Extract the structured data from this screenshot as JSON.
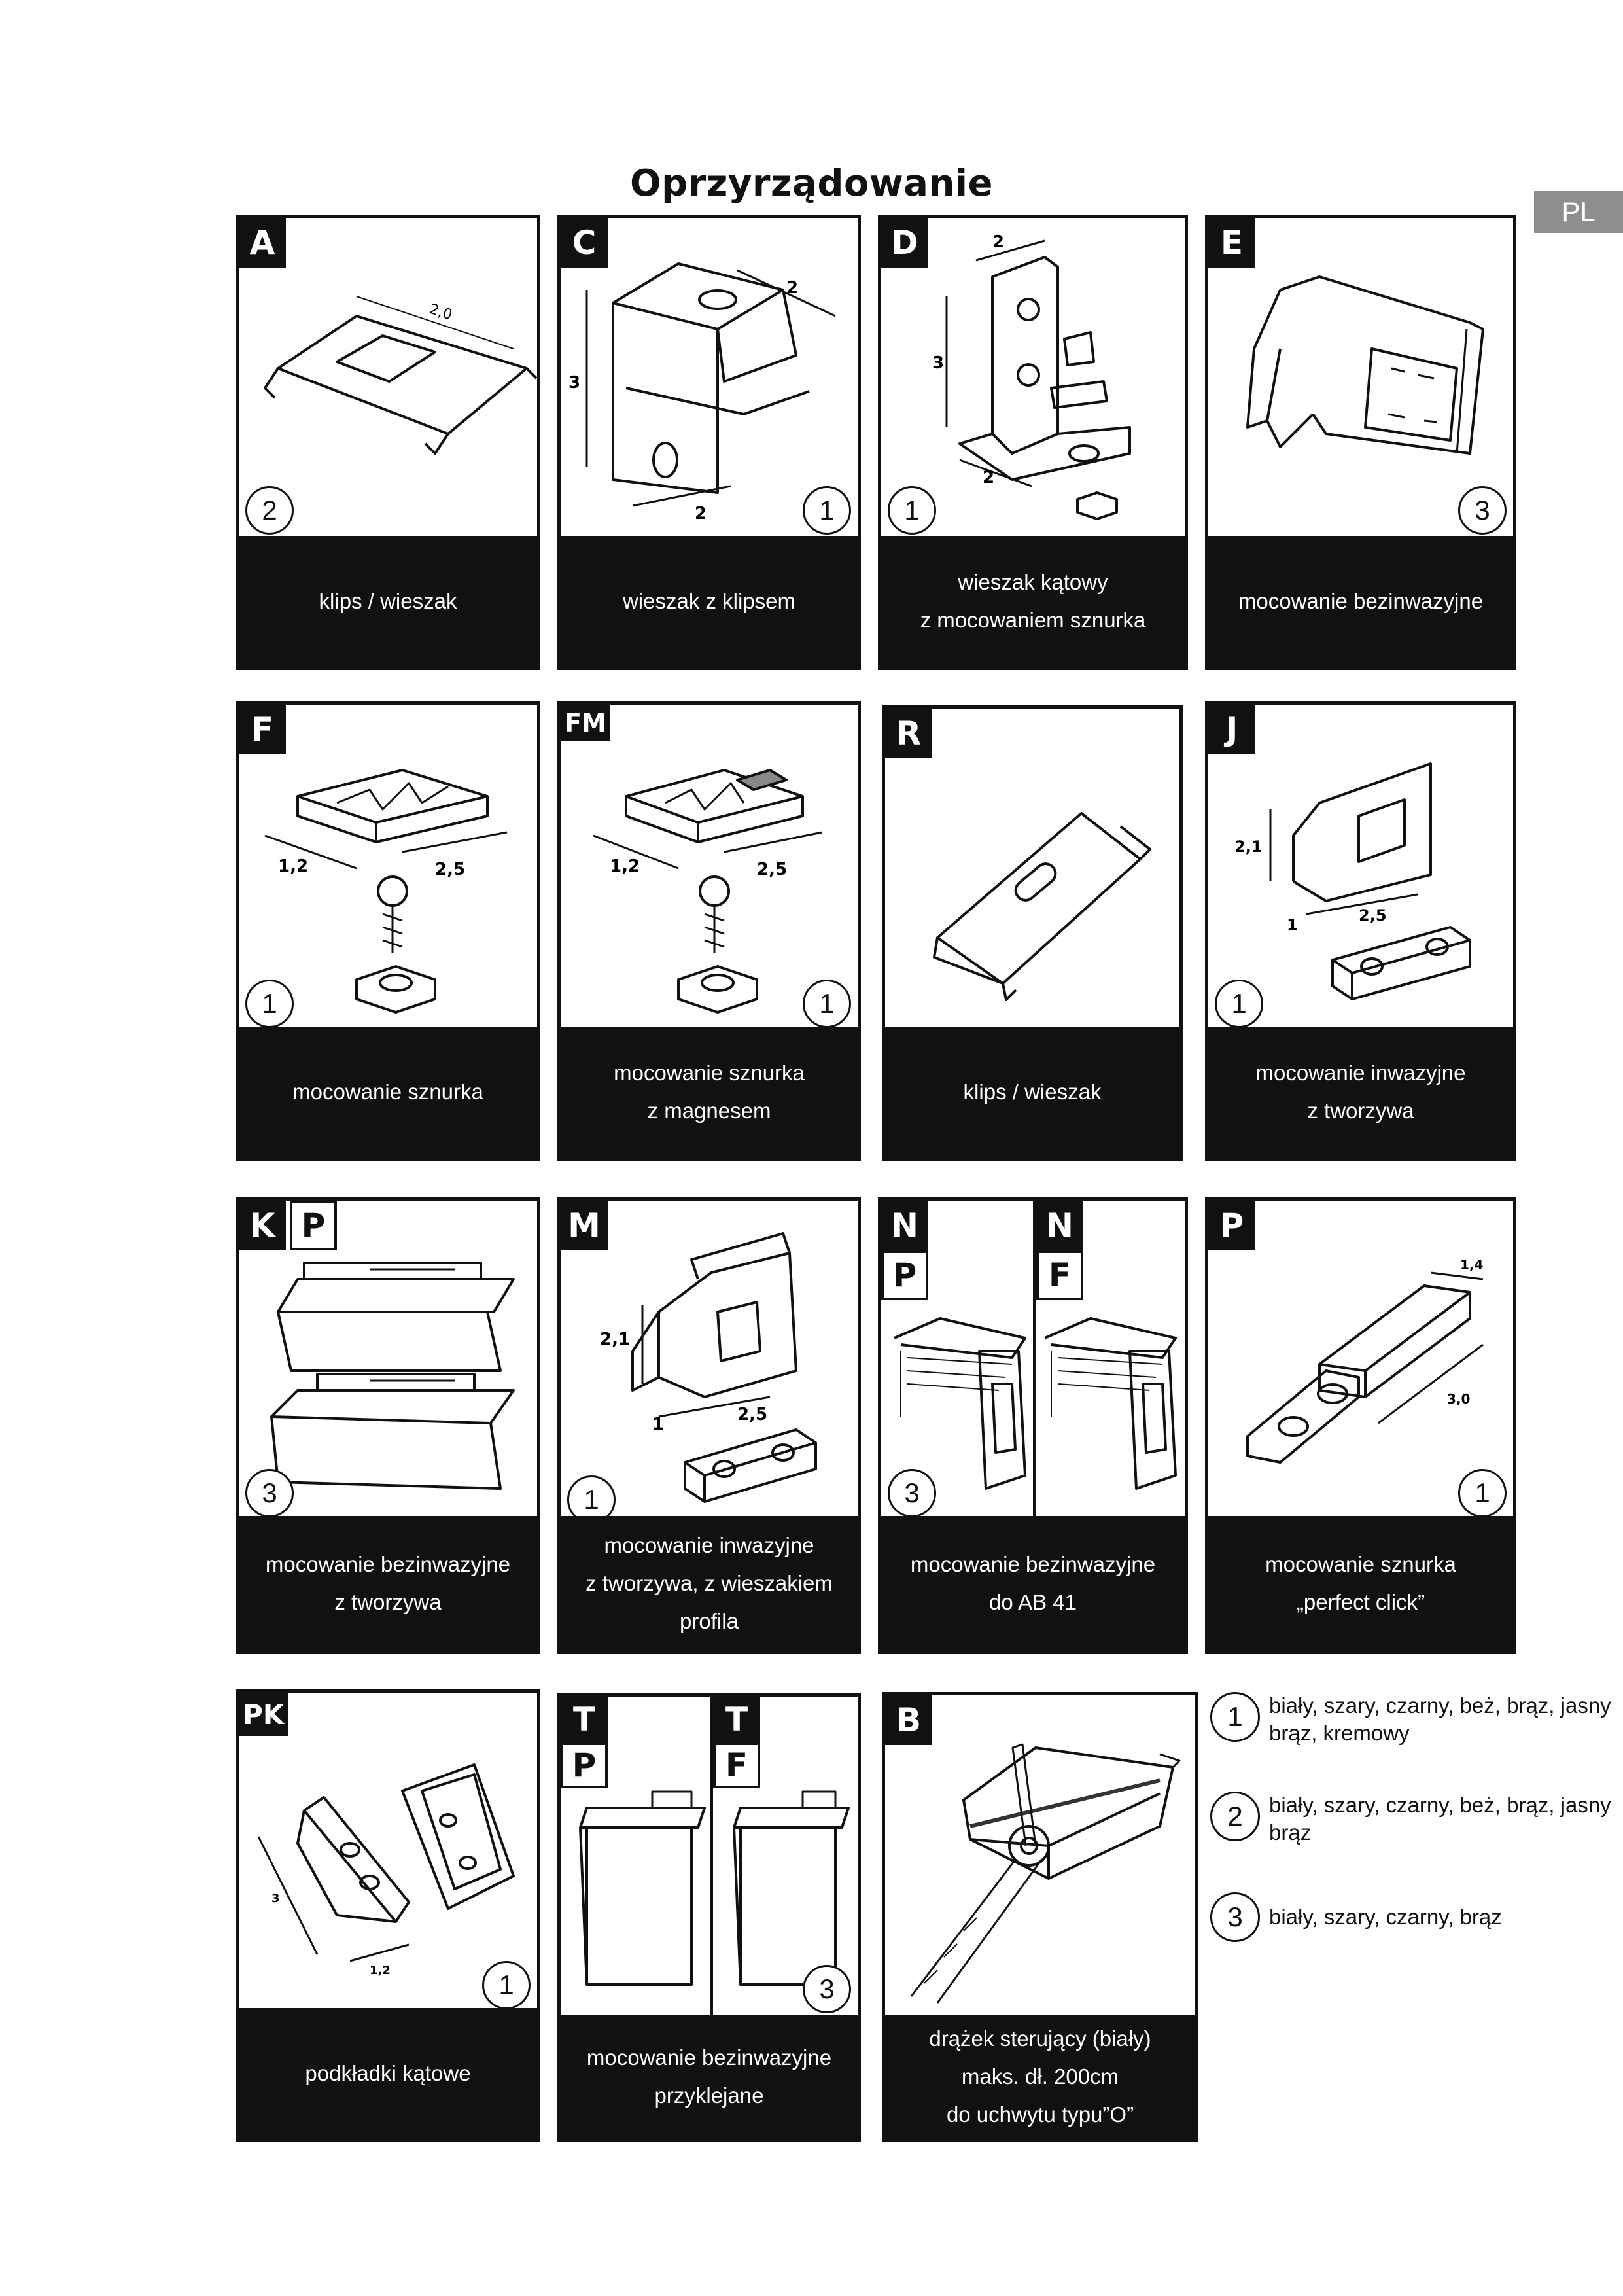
{
  "title": "Oprzyrządowanie",
  "lang": "PL",
  "cells": [
    {
      "badges": [
        "A"
      ],
      "num": "2",
      "lines": [
        "klips / wieszak"
      ],
      "dims": [
        "2,0"
      ]
    },
    {
      "badges": [
        "C"
      ],
      "num": "1",
      "lines": [
        "wieszak z klipsem"
      ],
      "dims": [
        "2",
        "3",
        "2"
      ]
    },
    {
      "badges": [
        "D"
      ],
      "num": "1",
      "lines": [
        "wieszak kątowy",
        "z mocowaniem sznurka"
      ],
      "dims": [
        "2",
        "3",
        "2"
      ]
    },
    {
      "badges": [
        "E"
      ],
      "num": "3",
      "lines": [
        "mocowanie bezinwazyjne"
      ],
      "dims": []
    },
    {
      "badges": [
        "F"
      ],
      "num": "1",
      "lines": [
        "mocowanie sznurka"
      ],
      "dims": [
        "1,2",
        "2,5"
      ]
    },
    {
      "badges": [
        "FM"
      ],
      "num": "1",
      "lines": [
        "mocowanie sznurka",
        "z magnesem"
      ],
      "dims": [
        "1,2",
        "2,5"
      ]
    },
    {
      "badges": [
        "R"
      ],
      "num": "",
      "lines": [
        "klips / wieszak"
      ],
      "dims": []
    },
    {
      "badges": [
        "J"
      ],
      "num": "1",
      "lines": [
        "mocowanie inwazyjne",
        "z tworzywa"
      ],
      "dims": [
        "2,1",
        "1",
        "2,5"
      ]
    },
    {
      "badges": [
        "K",
        "P"
      ],
      "num": "3",
      "lines": [
        "mocowanie bezinwazyjne",
        "z tworzywa"
      ],
      "dims": []
    },
    {
      "badges": [
        "M"
      ],
      "num": "1",
      "lines": [
        "mocowanie inwazyjne",
        "z tworzywa, z wieszakiem",
        "profila"
      ],
      "dims": [
        "2,1",
        "1",
        "2,5"
      ]
    },
    {
      "badges": [
        "N",
        "P",
        "N",
        "F"
      ],
      "num": "3",
      "lines": [
        "mocowanie bezinwazyjne",
        "do AB 41"
      ],
      "dims": []
    },
    {
      "badges": [
        "P"
      ],
      "num": "1",
      "lines": [
        "mocowanie sznurka",
        "„perfect click”"
      ],
      "dims": [
        "1,4",
        "3,0"
      ]
    },
    {
      "badges": [
        "PK"
      ],
      "num": "1",
      "lines": [
        "podkładki kątowe"
      ],
      "dims": [
        "3",
        "1,2"
      ]
    },
    {
      "badges": [
        "T",
        "P",
        "T",
        "F"
      ],
      "num": "3",
      "lines": [
        "mocowanie bezinwazyjne",
        "przyklejane"
      ],
      "dims": []
    },
    {
      "badges": [
        "B"
      ],
      "num": "",
      "lines": [
        "drążek sterujący (biały)",
        "maks. dł. 200cm",
        "do uchwytu typu”O”"
      ],
      "dims": []
    }
  ],
  "legend": [
    {
      "num": "1",
      "text": "biały, szary, czarny, beż, brąz, jasny brąz, kremowy"
    },
    {
      "num": "2",
      "text": "biały, szary, czarny, beż, brąz, jasny brąz"
    },
    {
      "num": "3",
      "text": "biały, szary, czarny, brąz"
    }
  ]
}
